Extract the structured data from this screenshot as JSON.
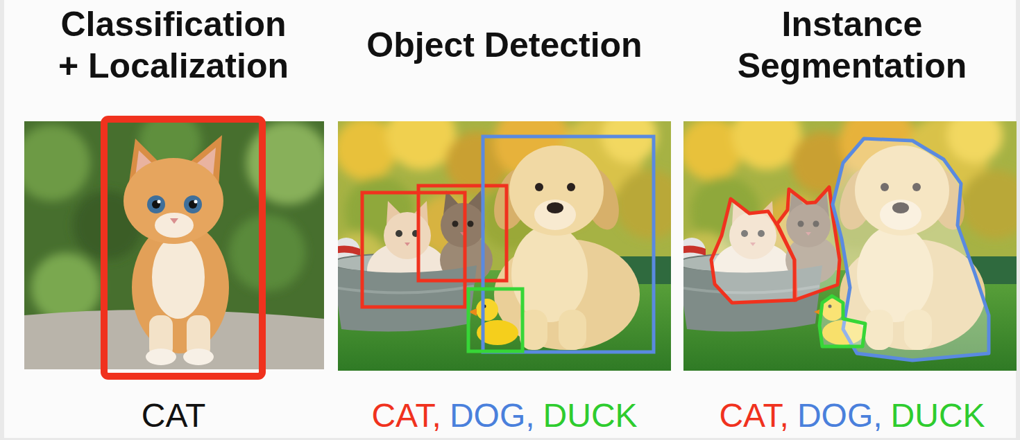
{
  "diagram": {
    "labels": [
      "Classification + Localization",
      "Object Detection",
      "Instance Segmentation",
      "CAT",
      "CAT,",
      "DOG,",
      "DUCK",
      "CAT,",
      "DOG,",
      "DUCK"
    ]
  }
}
